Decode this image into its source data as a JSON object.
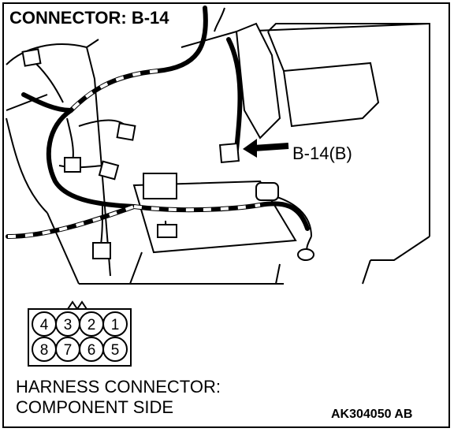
{
  "header": {
    "title": "CONNECTOR: B-14"
  },
  "callout": {
    "label": "B-14(B)"
  },
  "connector_face": {
    "top_row": [
      "4",
      "3",
      "2",
      "1"
    ],
    "bottom_row": [
      "8",
      "7",
      "6",
      "5"
    ]
  },
  "caption": {
    "line1": "HARNESS CONNECTOR:",
    "line2": "COMPONENT SIDE"
  },
  "figure_code": "AK304050 AB"
}
